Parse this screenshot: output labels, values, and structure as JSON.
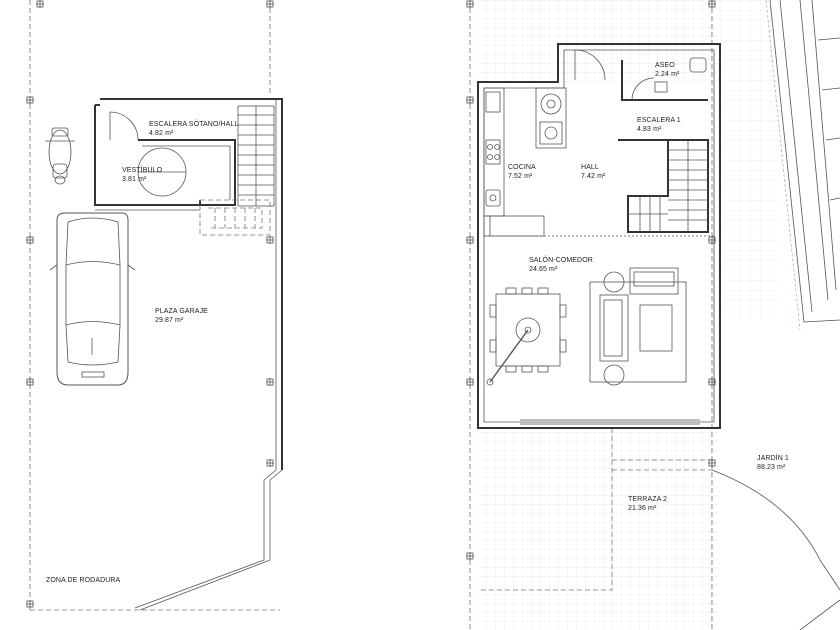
{
  "rooms": {
    "escalera_sotano": {
      "name": "ESCALERA SÓTANO/HALL",
      "area": "4.82 m²"
    },
    "vestibulo": {
      "name": "VESTÍBULO",
      "area": "3.81 m²"
    },
    "plaza_garaje": {
      "name": "PLAZA GARAJE",
      "area": "29.87 m²"
    },
    "zona_rodadura": {
      "name": "ZONA DE RODADURA"
    },
    "aseo": {
      "name": "ASEO",
      "area": "2.24 m²"
    },
    "escalera_1": {
      "name": "ESCALERA 1",
      "area": "4.83 m²"
    },
    "cocina": {
      "name": "COCINA",
      "area": "7.52 m²"
    },
    "hall": {
      "name": "HALL",
      "area": "7.42 m²"
    },
    "salon_comedor": {
      "name": "SALÓN-COMEDOR",
      "area": "24.65 m²"
    },
    "terraza_2": {
      "name": "TERRAZA 2",
      "area": "21.36 m²"
    },
    "jardin_1": {
      "name": "JARDÍN 1",
      "area": "88.23 m²"
    }
  }
}
